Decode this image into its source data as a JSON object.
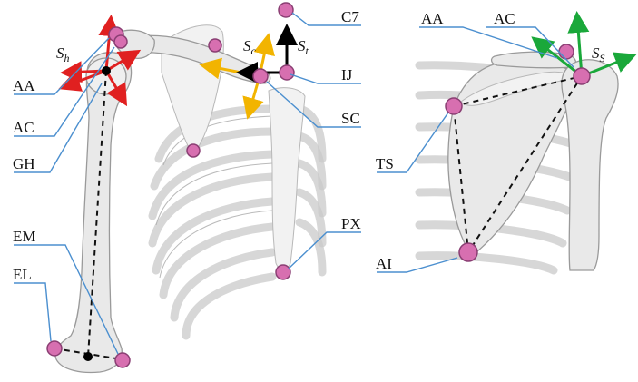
{
  "labels": {
    "c7": "C7",
    "aa_left": "AA",
    "ij": "IJ",
    "ac_left": "AC",
    "sc": "SC",
    "gh": "GH",
    "px": "PX",
    "em": "EM",
    "el": "EL",
    "aa_right": "AA",
    "ac_right": "AC",
    "ts": "TS",
    "ai": "AI"
  },
  "axis_labels": {
    "humerus": {
      "main": "S",
      "sub": "h"
    },
    "clavicle": {
      "main": "S",
      "sub": "c"
    },
    "thorax": {
      "main": "S",
      "sub": "t"
    },
    "scapula": {
      "main": "S",
      "sub": "S"
    }
  },
  "colors": {
    "humerus_frame": "#e02020",
    "clavicle_frame": "#f2b400",
    "thorax_frame": "#000000",
    "scapula_frame": "#1aa83a",
    "marker": "#d76fb0",
    "leader_line": "#4b8fcf"
  }
}
